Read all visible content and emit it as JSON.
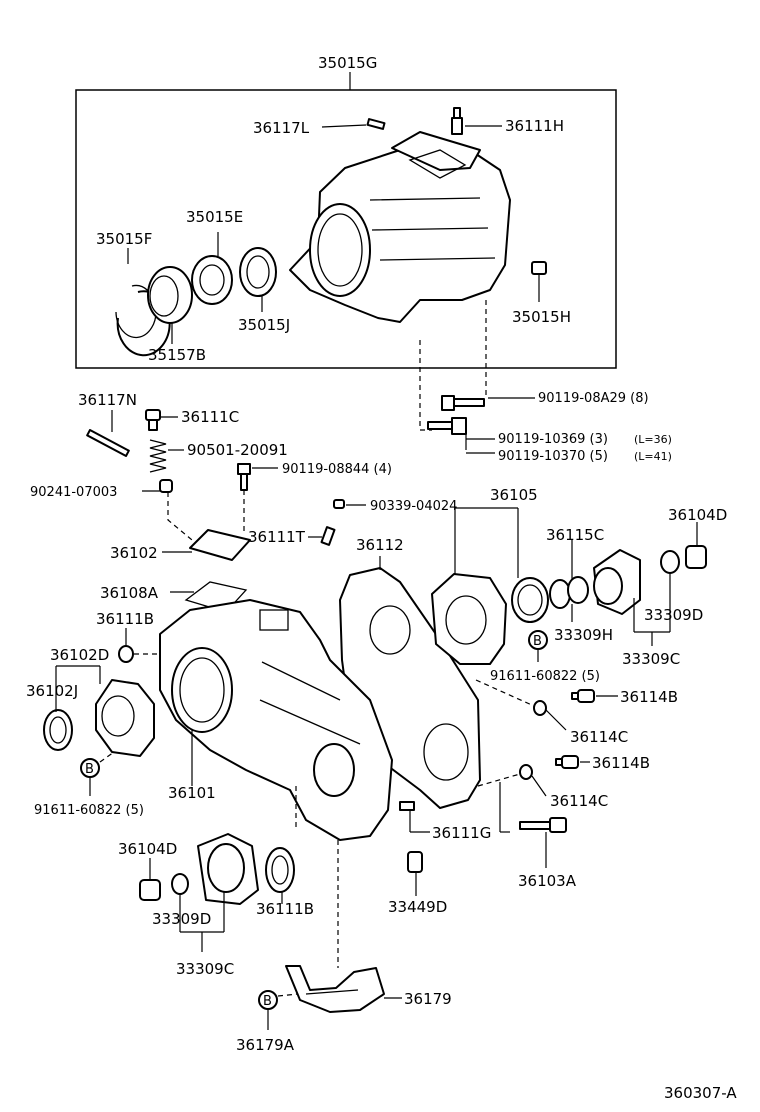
{
  "labels": {
    "p35015G": "35015G",
    "p36117L": "36117L",
    "p36111H": "36111H",
    "p35015E": "35015E",
    "p35015F": "35015F",
    "p35015J": "35015J",
    "p35157B": "35157B",
    "p35015H": "35015H",
    "p36117N": "36117N",
    "p36111C": "36111C",
    "p90119_08A29": "90119-08A29 (8)",
    "p90501_20091": "90501-20091",
    "p90119_10369": "90119-10369 (3)",
    "p90119_10369_note": "(L=36)",
    "p90119_10370": "90119-10370 (5)",
    "p90119_10370_note": "(L=41)",
    "p90241_07003": "90241-07003",
    "p90119_08844": "90119-08844 (4)",
    "p90339_04024": "90339-04024",
    "p36105": "36105",
    "p36104D_top": "36104D",
    "p36102": "36102",
    "p36111T": "36111T",
    "p36112": "36112",
    "p36115C": "36115C",
    "p36108A": "36108A",
    "p36111B_top": "36111B",
    "p36102D": "36102D",
    "p33309H": "33309H",
    "p33309D_top": "33309D",
    "p33309C_top": "33309C",
    "p91611_top": "91611-60822 (5)",
    "p36102J": "36102J",
    "p36114B_top": "36114B",
    "p36114C_top": "36114C",
    "p36101": "36101",
    "p36114B_bottom": "36114B",
    "p91611_left": "91611-60822 (5)",
    "p36114C_bottom": "36114C",
    "p36111G": "36111G",
    "p36104D_bottom": "36104D",
    "p36103A": "36103A",
    "p33309D_bottom": "33309D",
    "p36111B_bottom": "36111B",
    "p33449D": "33449D",
    "p33309C_bottom": "33309C",
    "p36179": "36179",
    "p36179A": "36179A",
    "marker_B": "B",
    "drawing_number": "360307-A"
  }
}
